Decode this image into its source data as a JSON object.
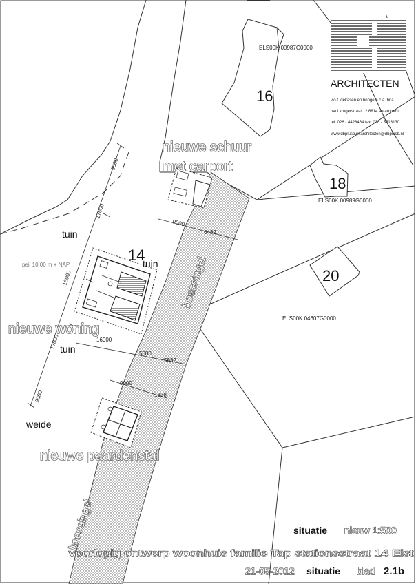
{
  "plot_labels": {
    "plot_16_id": "ELS00K 00987G0000",
    "plot_18_id": "ELS00K 00989G0000",
    "plot_20_id": "ELS00K 04607G0000",
    "house_16": "16",
    "house_18": "18",
    "house_20": "20",
    "house_14": "14"
  },
  "areas": {
    "tuin_1": "tuin",
    "tuin_2": "tuin",
    "tuin_3": "tuin",
    "weide": "weide",
    "peil": "peil 10.00 m + NAP",
    "boessingel_1": "boessingel",
    "boessingel_2": "boessingel"
  },
  "buildings": {
    "schuur_line1": "nieuwe schuur",
    "schuur_line2": "met carport",
    "woning": "nieuwe woning",
    "paardenstal": "nieuwe paardenstal"
  },
  "dimensions": {
    "d_9000_top": "9000",
    "d_17000_top": "17000",
    "d_9000_schuur": "9000",
    "d_16000_v": "16000",
    "d_16000_h": "16000",
    "d_17000_mid": "17000",
    "d_5000": "5000",
    "d_9000_bottom": "9000",
    "d_9000_stal": "9000",
    "d_1838": "1838",
    "d_5832": "5832",
    "d_6432": "6432"
  },
  "firm": {
    "name": "ARCHITECTEN",
    "line1": "v.o.f. dekasen en bongers  c.a.  bna",
    "line2": "paul krugerstraat 12   6814 aa  arnhem",
    "line3": "tel: 026 - 4428464   fax: 026 - 3513130",
    "line4": "www.dbplusb.nl  architecten@dbplusb.nl"
  },
  "title_block": {
    "situatie_bold": "situatie",
    "situatie_rest": "nieuw 1:500",
    "project": "voorlopig ontwerp woonhuis familie Tap stationsstraat 14 Elst",
    "date": "21-05-2012",
    "sheet_bold": "situatie",
    "sheet_word": "blad",
    "sheet_no": "2.1b"
  }
}
